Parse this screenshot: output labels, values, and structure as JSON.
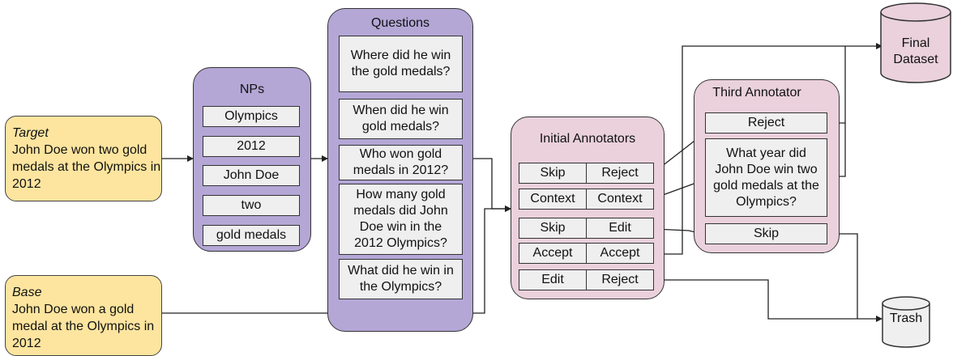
{
  "target": {
    "label": "Target",
    "text": "John Doe won two gold medals at the Olympics in 2012"
  },
  "base": {
    "label": "Base",
    "text": "John Doe won a gold medal at the Olympics in 2012"
  },
  "nps": {
    "title": "NPs",
    "items": [
      "Olympics",
      "2012",
      "John Doe",
      "two",
      "gold medals"
    ]
  },
  "questions": {
    "title": "Questions",
    "items": [
      "Where did he win the gold medals?",
      "When did he win gold medals?",
      "Who won gold medals in 2012?",
      "How many gold medals did John Doe win in the 2012 Olympics?",
      "What did he win in the Olympics?"
    ]
  },
  "initial": {
    "title": "Initial Annotators",
    "rows": [
      [
        "Skip",
        "Reject"
      ],
      [
        "Context",
        "Context"
      ],
      [
        "Skip",
        "Edit"
      ],
      [
        "Accept",
        "Accept"
      ],
      [
        "Edit",
        "Reject"
      ]
    ]
  },
  "third": {
    "title": "Third Annotator",
    "items": [
      "Reject",
      "What year did John Doe win two gold medals at the Olympics?",
      "Skip"
    ]
  },
  "final": {
    "label": "Final Dataset"
  },
  "trash": {
    "label": "Trash"
  }
}
